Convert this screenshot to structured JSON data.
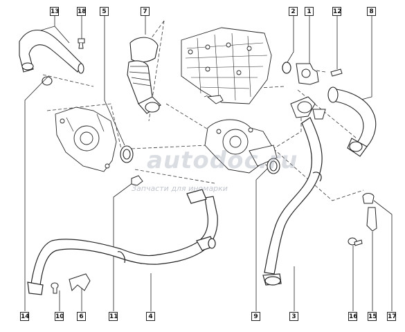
{
  "callouts": [
    "13",
    "18",
    "5",
    "7",
    "2",
    "1",
    "12",
    "8",
    "14",
    "10",
    "6",
    "11",
    "4",
    "9",
    "3",
    "16",
    "15",
    "17"
  ],
  "watermark": {
    "logo_text": "autodoc.ru",
    "subtitle": "Запчасти для иномарки"
  },
  "colors": {
    "line": "#222222",
    "part_fill": "#ffffff",
    "shade": "#9a9a9a"
  }
}
